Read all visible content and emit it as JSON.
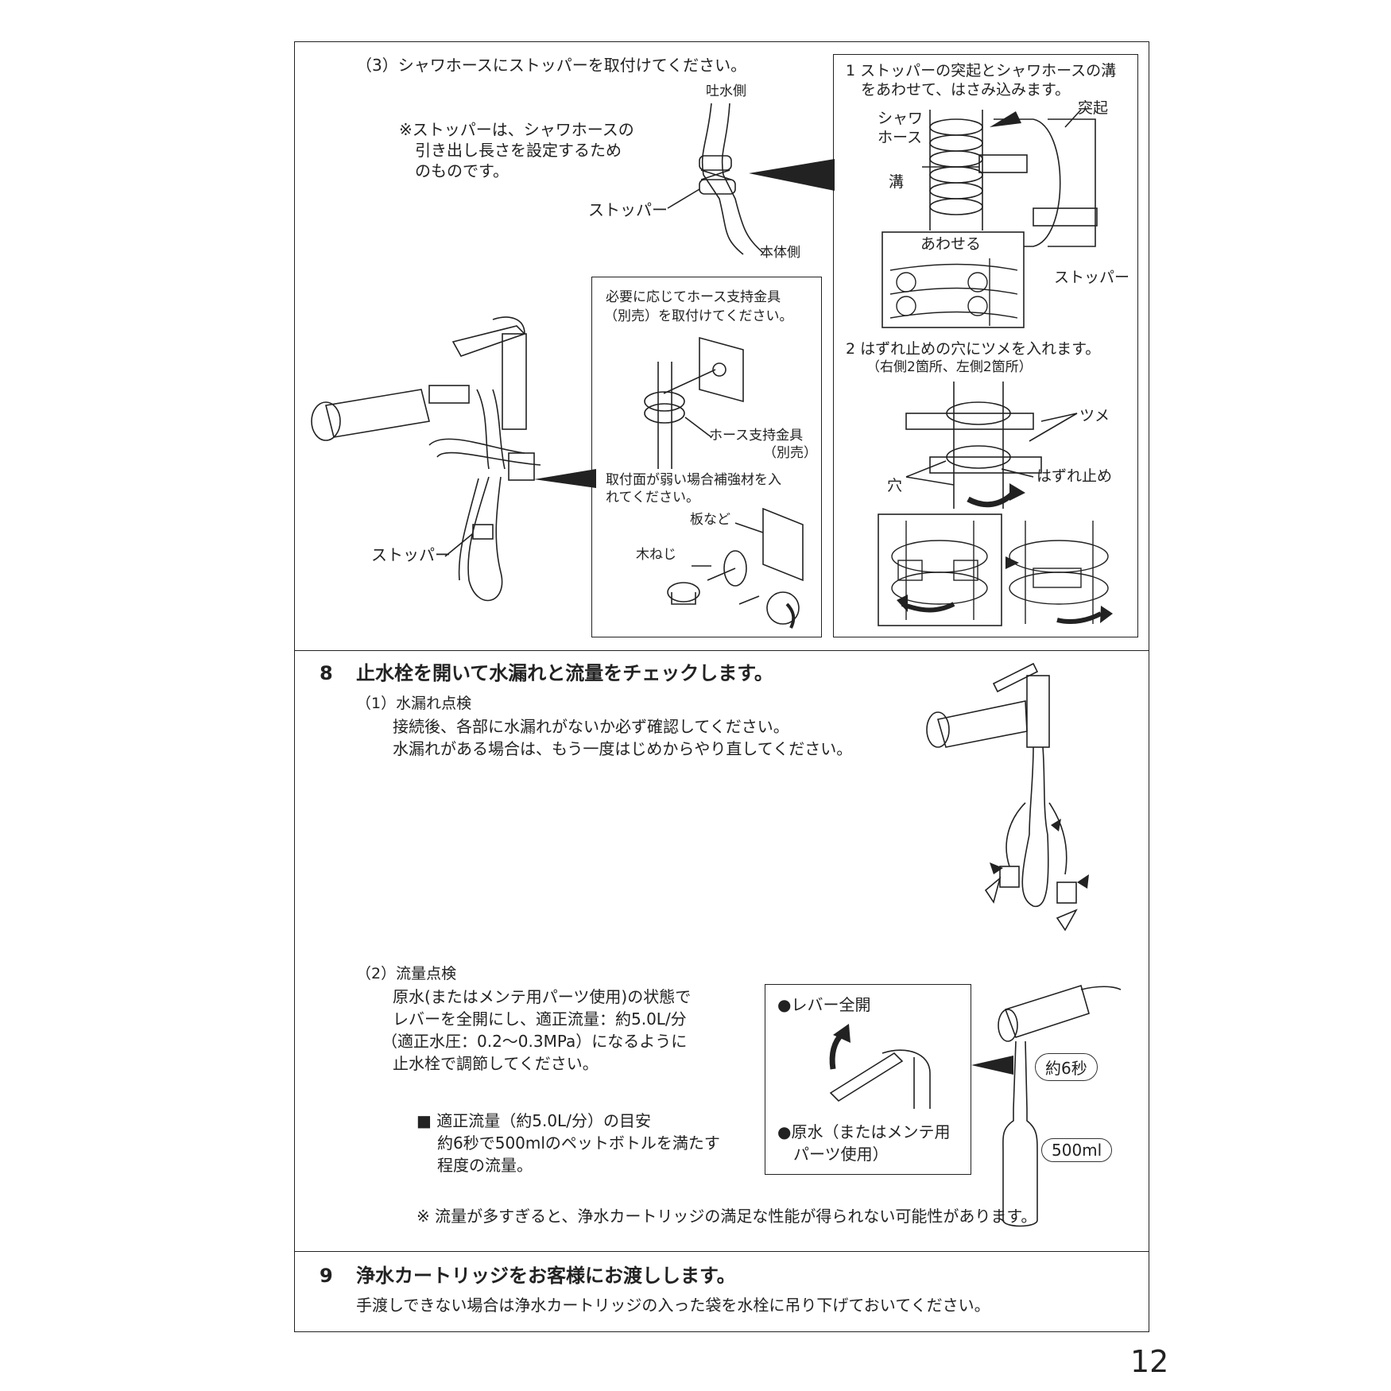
{
  "page_number": "12",
  "section7": {
    "step3": {
      "title": "（3）シャワホースにストッパーを取付けてください。",
      "note": "※ストッパーは、シャワホースの\n　引き出し長さを設定するため\n　のものです。",
      "fig_labels": {
        "outlet_side": "吐水側",
        "stopper": "ストッパー",
        "body_side": "本体側"
      }
    },
    "detail_right": {
      "step1": "1 ストッパーの突起とシャワホースの溝\n　をあわせて、はさみ込みます。",
      "labels": {
        "shower": "シャワ",
        "hose": "ホース",
        "groove": "溝",
        "protrusion": "突起",
        "align": "あわせる",
        "stopper": "ストッパー"
      },
      "step2": "2 はずれ止めの穴にツメを入れます。",
      "step2_sub": "（右側2箇所、左側2箇所）",
      "labels2": {
        "claw": "ツメ",
        "hole": "穴",
        "stop": "はずれ止め"
      }
    },
    "faucet_fig": {
      "stopper": "ストッパー"
    },
    "bracket_box": {
      "line1": "必要に応じてホース支持金具",
      "line2": "（別売）を取付けてください。",
      "bracket_label": "ホース支持金具",
      "bracket_sold": "（別売）",
      "reinforce1": "取付面が弱い場合補強材を入",
      "reinforce2": "れてください。",
      "plate": "板など",
      "screw": "木ねじ"
    }
  },
  "section8": {
    "number": "8",
    "title": "止水栓を開いて水漏れと流量をチェックします。",
    "sub1_title": "（1）水漏れ点検",
    "sub1_line1": "接続後、各部に水漏れがないか必ず確認してください。",
    "sub1_line2": "水漏れがある場合は、もう一度はじめからやり直してください。",
    "sub2_title": "（2）流量点検",
    "sub2_lines": [
      "原水(またはメンテ用パーツ使用)の状態で",
      "レバーを全開にし、適正流量：約5.0L/分",
      "（適正水圧：0.2～0.3MPa）になるように",
      "止水栓で調節してください。"
    ],
    "guide_title": "■ 適正流量（約5.0L/分）の目安",
    "guide_line1": "約6秒で500mlのペットボトルを満たす",
    "guide_line2": "程度の流量。",
    "lever_box": {
      "full_open": "●レバー全開",
      "raw1": "●原水（またはメンテ用",
      "raw2": "パーツ使用）"
    },
    "seconds": "約6秒",
    "volume": "500ml",
    "warning": "※ 流量が多すぎると、浄水カートリッジの満足な性能が得られない可能性があります。"
  },
  "section9": {
    "number": "9",
    "title": "浄水カートリッジをお客様にお渡しします。",
    "text": "手渡しできない場合は浄水カートリッジの入った袋を水栓に吊り下げておいてください。"
  }
}
